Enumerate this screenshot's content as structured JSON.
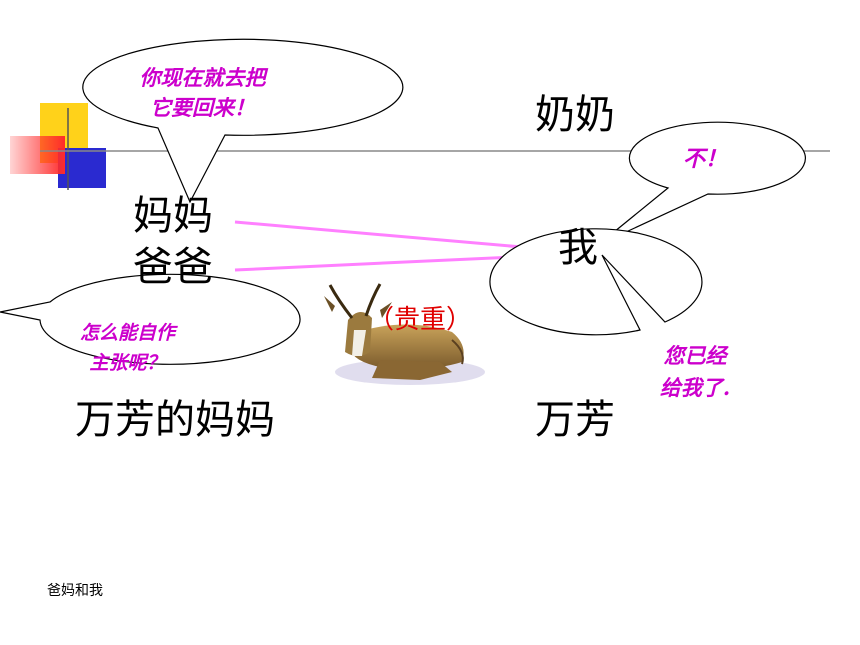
{
  "people": {
    "grandma": "奶奶",
    "mom": "妈妈",
    "dad": "爸爸",
    "me": "我",
    "wanfang_mom": "万芳的妈妈",
    "wanfang": "万芳"
  },
  "bubbles": {
    "mom_line1": "你现在就去把",
    "mom_line2": "它要回来！",
    "grandma": "不！",
    "wanfang_mom_line1": "怎么能自作",
    "wanfang_mom_line2": "主张呢？",
    "wanfang_line1": "您已经",
    "wanfang_line2": "给我了."
  },
  "object_label": "（贵重）",
  "footer": "爸妈和我",
  "colors": {
    "connector": "#ff80ff",
    "bubble_text": "#cc00cc",
    "object_label": "#e00000",
    "deco_yellow": "#ffd21a",
    "deco_red": "#ff2b2b",
    "deco_blue": "#2a2ad0",
    "rule_gray": "#888888"
  },
  "icons": {
    "object": "antelope-icon"
  }
}
